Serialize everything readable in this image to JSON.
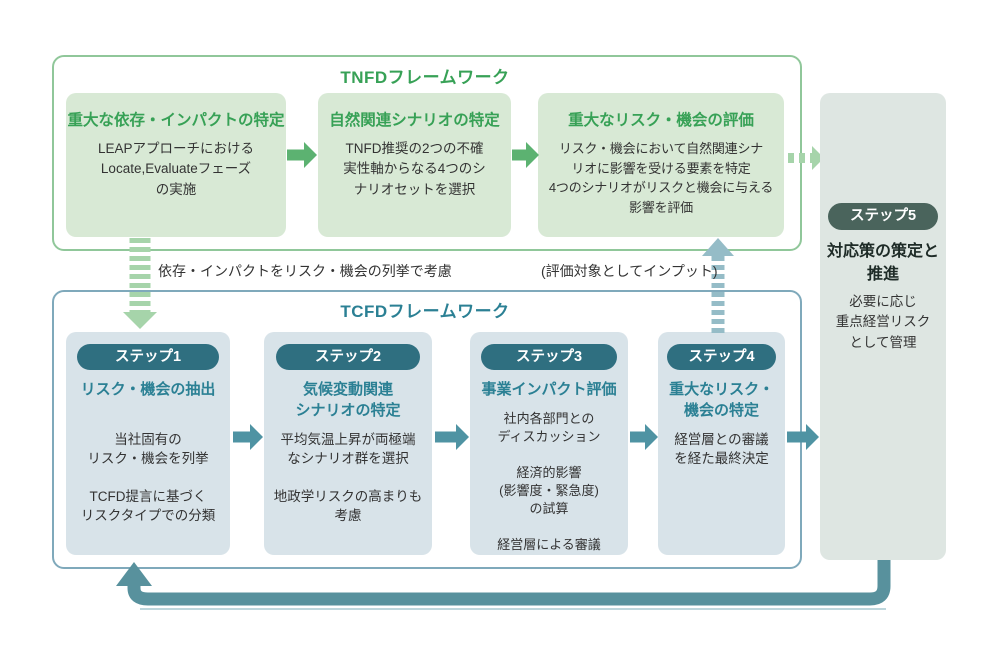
{
  "tnfd": {
    "title": "TNFDフレームワーク",
    "boxes": [
      {
        "title": "重大な依存・インパクトの特定",
        "body": [
          "LEAPアプローチにおける",
          "Locate,Evaluateフェーズ",
          "の実施"
        ]
      },
      {
        "title": "自然関連シナリオの特定",
        "body": [
          "TNFD推奨の2つの不確",
          "実性軸からなる4つのシ",
          "ナリオセットを選択"
        ]
      },
      {
        "title": "重大なリスク・機会の評価",
        "body": [
          "リスク・機会において自然関連シナ",
          "リオに影響を受ける要素を特定",
          "4つのシナリオがリスクと機会に与える",
          "影響を評価"
        ]
      }
    ]
  },
  "tcfd": {
    "title": "TCFDフレームワーク",
    "steps": [
      {
        "badge": "ステップ1",
        "title": [
          "リスク・機会の抽出"
        ],
        "body": [
          "当社固有の",
          "リスク・機会を列挙",
          "",
          "TCFD提言に基づく",
          "リスクタイプでの分類"
        ]
      },
      {
        "badge": "ステップ2",
        "title": [
          "気候変動関連",
          "シナリオの特定"
        ],
        "body": [
          "平均気温上昇が両極端",
          "なシナリオ群を選択",
          "",
          "地政学リスクの高まりも",
          "考慮"
        ]
      },
      {
        "badge": "ステップ3",
        "title": [
          "事業インパクト評価"
        ],
        "body": [
          "社内各部門との",
          "ディスカッション",
          "",
          "経済的影響",
          "(影響度・緊急度)",
          "の試算",
          "",
          "経営層による審議"
        ]
      },
      {
        "badge": "ステップ4",
        "title": [
          "重大なリスク・",
          "機会の特定"
        ],
        "body": [
          "経営層との審議",
          "を経た最終決定"
        ]
      }
    ]
  },
  "step5": {
    "badge": "ステップ5",
    "title": [
      "対応策の策定と",
      "推進"
    ],
    "body": [
      "必要に応じ",
      "重点経営リスク",
      "として管理"
    ]
  },
  "connectors": {
    "tnfd_to_tcfd_label": "依存・インパクトをリスク・機会の列挙で考慮",
    "tcfd_to_tnfd_label": "(評価対象としてインプット)"
  },
  "colors": {
    "tnfd_border": "#90c79a",
    "tnfd_box_bg": "#d8e9d5",
    "tnfd_title": "#37a156",
    "green_arrow": "#5cb271",
    "green_dashed": "#a6d4aa",
    "tcfd_border": "#7fa9bb",
    "tcfd_box_bg": "#d8e3e9",
    "tcfd_title": "#2b8094",
    "step_badge_bg": "#2f6f80",
    "teal_arrow": "#4f93a3",
    "teal_dashed": "#95bcc7",
    "step5_bg": "#dee6e2",
    "step5_badge_bg": "#4a645c",
    "loopback_arrow": "#58919d",
    "body_text": "#333333"
  }
}
